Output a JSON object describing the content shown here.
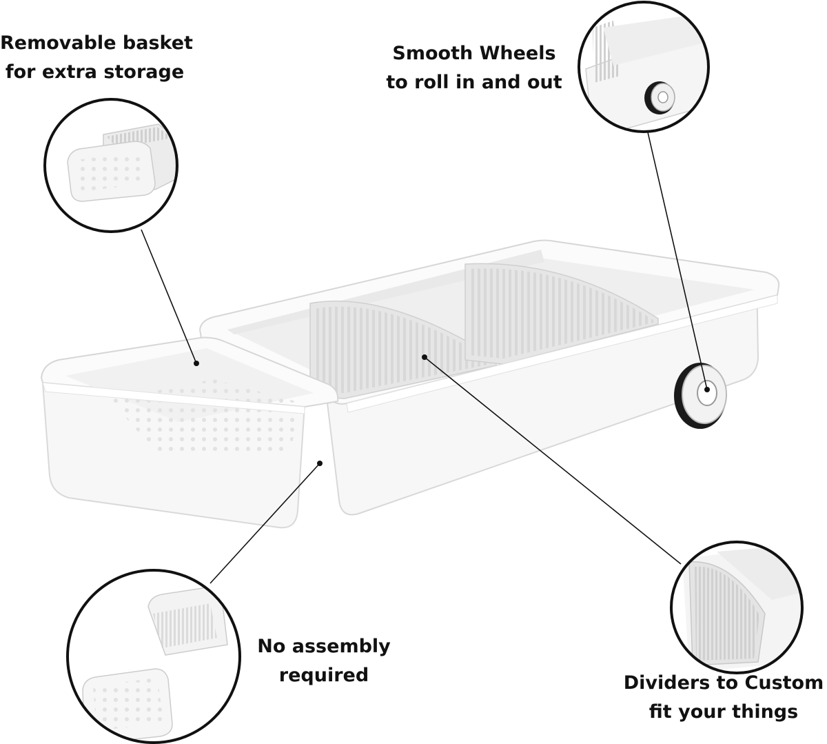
{
  "callouts": {
    "basket": {
      "line1": "Removable basket",
      "line2": "for extra storage",
      "icon": "basket-detail"
    },
    "wheels": {
      "line1": "Smooth Wheels",
      "line2": "to roll in and out",
      "icon": "wheel-detail"
    },
    "assembly": {
      "line1": "No assembly",
      "line2": "required",
      "icon": "assembly-detail"
    },
    "dividers": {
      "line1": "Dividers to Custom",
      "line2": "fit your things",
      "icon": "divider-detail"
    }
  },
  "colors": {
    "background": "#ffffff",
    "product": "#f4f4f4",
    "divider": "#dedede",
    "outline": "#111111",
    "wheel": "#1a1a1a"
  }
}
